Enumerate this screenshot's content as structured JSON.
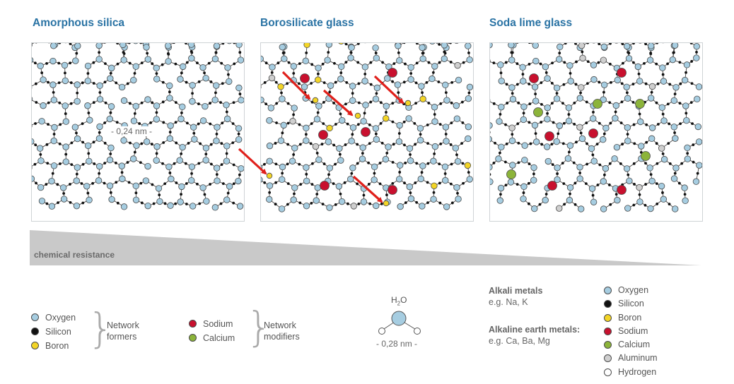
{
  "panels": [
    {
      "title": "Amorphous silica",
      "annotation": "- 0,24 nm -"
    },
    {
      "title": "Borosilicate glass"
    },
    {
      "title": "Soda lime glass"
    }
  ],
  "resistance_label": "chemical resistance",
  "legend": {
    "formers": {
      "items": [
        {
          "label": "Oxygen",
          "color": "#a6cde1"
        },
        {
          "label": "Silicon",
          "color": "#111111"
        },
        {
          "label": "Boron",
          "color": "#f3d526"
        }
      ],
      "group_label_1": "Network",
      "group_label_2": "formers"
    },
    "modifiers": {
      "items": [
        {
          "label": "Sodium",
          "color": "#c8102e"
        },
        {
          "label": "Calcium",
          "color": "#8cb43a"
        }
      ],
      "group_label_1": "Network",
      "group_label_2": "modifiers"
    },
    "water": {
      "formula_main": "H",
      "formula_sub": "2",
      "formula_end": "O",
      "distance": "- 0,28 nm -"
    },
    "alkali": {
      "title": "Alkali metals",
      "example": "e.g. Na, K"
    },
    "alkaline_earth": {
      "title": "Alkaline earth metals:",
      "example": "e.g. Ca, Ba, Mg"
    },
    "full": [
      {
        "label": "Oxygen",
        "color": "#a6cde1"
      },
      {
        "label": "Silicon",
        "color": "#111111"
      },
      {
        "label": "Boron",
        "color": "#f3d526"
      },
      {
        "label": "Sodium",
        "color": "#c8102e"
      },
      {
        "label": "Calcium",
        "color": "#8cb43a"
      },
      {
        "label": "Aluminum",
        "color": "#cfcfcf"
      },
      {
        "label": "Hydrogen",
        "color": "#ffffff"
      }
    ]
  },
  "colors": {
    "title": "#2a73a4",
    "oxygen": "#a6cde1",
    "silicon": "#111111",
    "boron": "#f3d526",
    "sodium": "#c8102e",
    "calcium": "#8cb43a",
    "aluminum": "#cfcfcf",
    "hydrogen": "#ffffff",
    "arrow": "#e0201b",
    "bond": "#444444"
  }
}
